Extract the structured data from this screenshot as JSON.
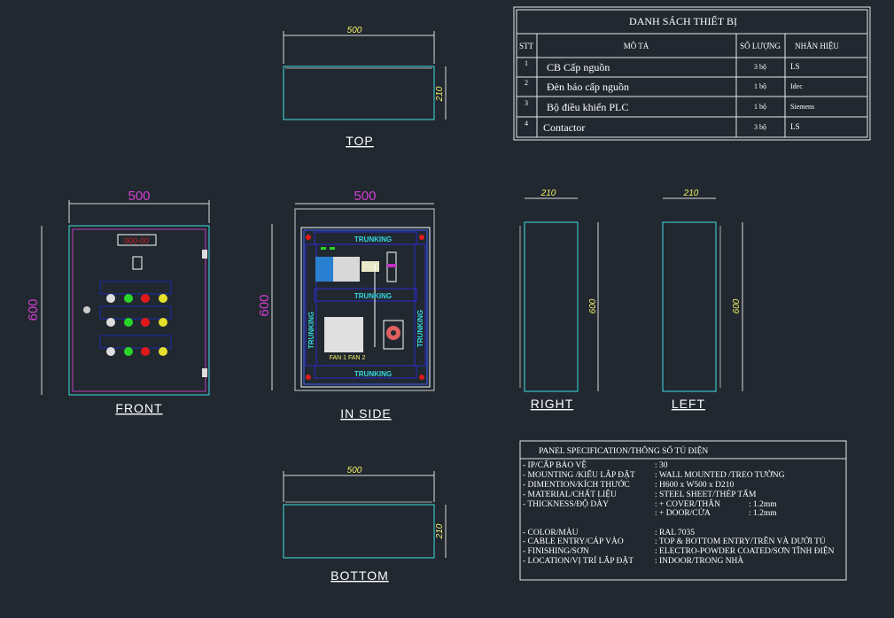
{
  "views": {
    "top": {
      "label": "TOP",
      "width": "500",
      "depth": "210"
    },
    "front": {
      "label": "FRONT",
      "width": "500",
      "height": "600"
    },
    "inside": {
      "label": "IN SIDE",
      "width": "500",
      "height": "600",
      "trunking": "TRUNKING",
      "fan_labels": "FAN 1  FAN 2"
    },
    "right": {
      "label": "RIGHT",
      "depth": "210",
      "height": "600"
    },
    "left": {
      "label": "LEFT",
      "depth": "210",
      "height": "600"
    },
    "bottom": {
      "label": "BOTTOM",
      "width": "500",
      "depth": "210"
    }
  },
  "equipment_table": {
    "title": "DANH SÁCH THIẾT BỊ",
    "headers": [
      "STT",
      "MÔ TẢ",
      "SỐ LƯỢNG",
      "NHÃN HIỆU"
    ],
    "rows": [
      [
        "1",
        "CB Cấp nguồn",
        "3 bộ",
        "LS"
      ],
      [
        "2",
        "Đèn báo cấp nguồn",
        "1 bộ",
        "Idec"
      ],
      [
        "3",
        "Bộ điều khiển PLC",
        "1 bộ",
        "Siemens"
      ],
      [
        "4",
        "Contactor",
        "3 bộ",
        "LS"
      ]
    ]
  },
  "spec": {
    "title": "PANEL SPECIFICATION/THÔNG SỐ TỦ ĐIỆN",
    "rows": [
      [
        "- IP/CẤP BẢO VỆ",
        ": 30"
      ],
      [
        "- MOUNTING /KIỂU LẮP ĐẶT",
        ": WALL MOUNTED /TREO TƯỜNG"
      ],
      [
        "- DIMENTION/KÍCH THƯỚC",
        ": H600 x W500 x D210"
      ],
      [
        "- MATERIAL/CHẤT LIỆU",
        ": STEEL SHEET/THÉP TẤM"
      ],
      [
        "- THICKNESS/ĐỘ DÀY",
        ":  + COVER/THÂN",
        ": 1.2mm"
      ],
      [
        "",
        ":  + DOOR/CỬA",
        ": 1.2mm"
      ],
      [
        "- COLOR/MÀU",
        ": RAL 7035"
      ],
      [
        "- CABLE ENTRY/CÁP VÀO",
        ": TOP & BOTTOM ENTRY/TRÊN VÀ DƯỚI TỦ"
      ],
      [
        "- FINISHING/SƠN",
        ": ELECTRO-POWDER COATED/SƠN TĨNH ĐIỆN"
      ],
      [
        "- LOCATION/VỊ TRÍ LẮP ĐẶT",
        ": INDOOR/TRONG NHÀ"
      ]
    ]
  }
}
